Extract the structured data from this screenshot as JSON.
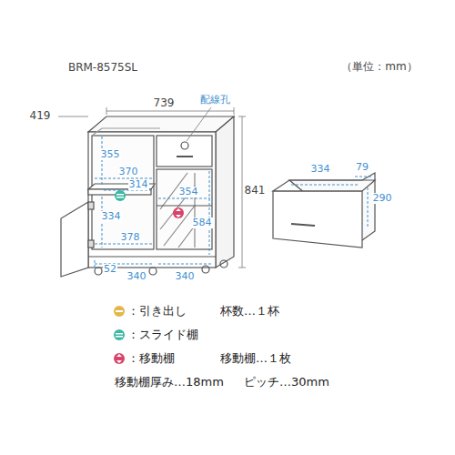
{
  "diagram": {
    "labels": [
      "BRM-8575SL",
      "（単位：mm）",
      "419",
      "739",
      "配線孔",
      "841",
      "355",
      "370",
      "314",
      "354",
      "334",
      "584",
      "378",
      "52",
      "340",
      "340",
      "334",
      "79",
      "290",
      "杯数…１杯",
      "移動棚…１枚",
      "移動棚厚み…18mm",
      "ピッチ…30mm"
    ],
    "legend": [
      {
        "text": "：引き出し"
      },
      {
        "text": "：スライド棚"
      },
      {
        "text": "：移動棚"
      }
    ]
  }
}
